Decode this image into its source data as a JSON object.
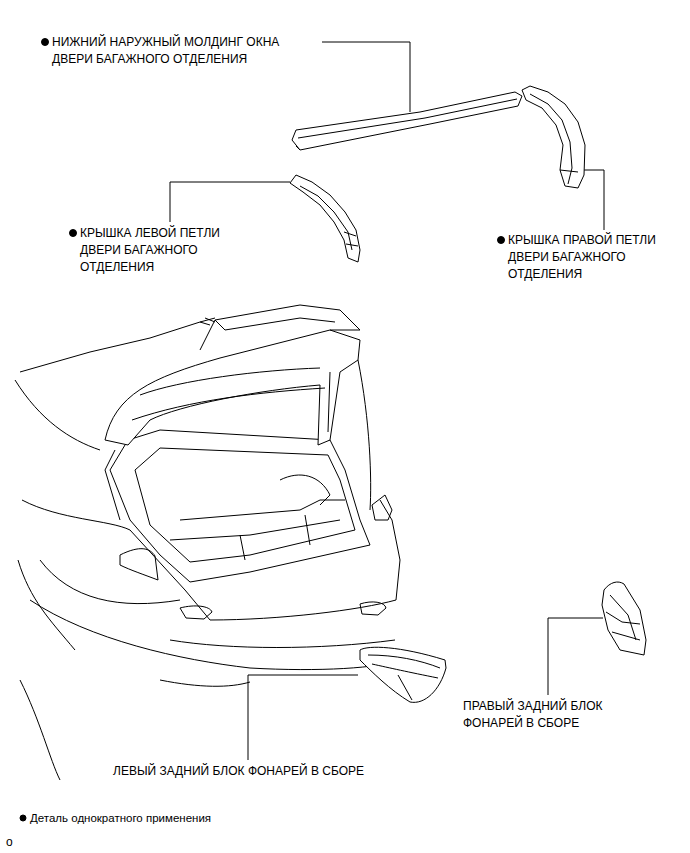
{
  "diagram": {
    "labels": [
      "НИЖНИЙ НАРУЖНЫЙ МОЛДИНГ ОКНА ДВЕРИ БАГАЖНОГО ОТДЕЛЕНИЯ",
      "КРЫШКА ЛЕВОЙ ПЕТЛИ ДВЕРИ БАГАЖНОГО ОТДЕЛЕНИЯ",
      "КРЫШКА ПРАВОЙ ПЕТЛИ ДВЕРИ БАГАЖНОГО ОТДЕЛЕНИЯ",
      "ПРАВЫЙ ЗАДНИЙ БЛОК ФОНАРЕЙ В СБОРЕ",
      "ЛЕВЫЙ ЗАДНИЙ БЛОК ФОНАРЕЙ В СБОРЕ",
      "o"
    ],
    "legend": [
      {
        "text": "Деталь однократного применения"
      }
    ]
  }
}
